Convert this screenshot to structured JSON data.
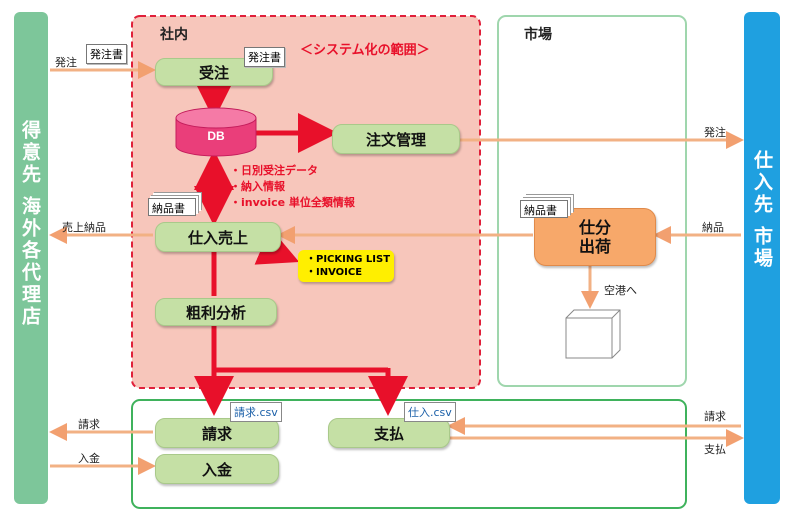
{
  "labels": {
    "customer": "得意先 海外各代理店",
    "supplier": "仕入先 市場",
    "internal": "社内",
    "scope": "＜システム化の範囲＞",
    "market": "市場"
  },
  "nodes": {
    "order": "受注",
    "db": "DB",
    "order_mgmt": "注文管理",
    "purchase_sales": "仕入売上",
    "gross_profit": "粗利分析",
    "ship_line1": "仕分",
    "ship_line2": "出荷",
    "billing": "請求",
    "payment": "支払",
    "deposit": "入金"
  },
  "documents": {
    "order_form_left": "発注書",
    "order_form_right": "発注書",
    "delivery_note_left": "納品書",
    "delivery_note_right": "納品書",
    "billing_csv": "請求.csv",
    "purchase_csv": "仕入.csv"
  },
  "db_notes": [
    "・日別受注データ",
    "・納入情報",
    "・invoice 単位全類情報"
  ],
  "picking": [
    "・PICKING LIST",
    "・INVOICE"
  ],
  "edges": {
    "order_in": "発注",
    "order_out": "発注",
    "sales_delivery": "売上納品",
    "delivery_in": "納品",
    "to_airport": "空港へ",
    "billing_out": "請求",
    "deposit_in": "入金",
    "billing_in": "請求",
    "payment_out": "支払"
  },
  "colors": {
    "green": "#7dc69a",
    "blue": "#1fa0e0",
    "red": "#e8102a",
    "orange_line": "#f2b184",
    "pill": "#c5e0a5",
    "orange_node": "#f7a86a",
    "yellow": "#ffef00"
  }
}
